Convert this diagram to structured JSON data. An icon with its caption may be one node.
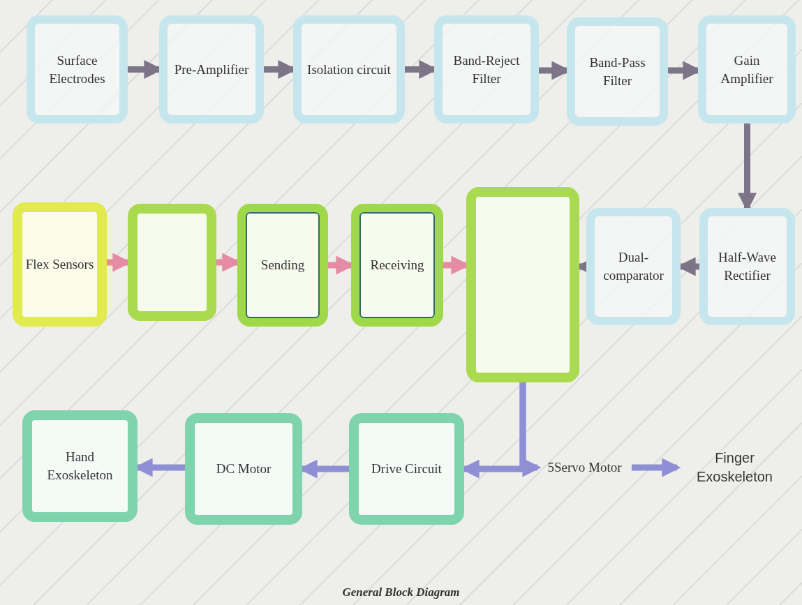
{
  "diagram": {
    "caption": "General Block Diagram",
    "nodes": [
      {
        "text": [
          "Surface Electrodes"
        ]
      },
      {
        "text": [
          "Pre-Amplifier"
        ]
      },
      {
        "text": [
          "Isolation circuit"
        ]
      },
      {
        "text": [
          "Band-Reject Filter"
        ]
      },
      {
        "text": [
          "Band-Pass Filter"
        ]
      },
      {
        "text": [
          "Gain Amplifier"
        ]
      },
      {
        "text": [
          "Flex Sensors"
        ]
      },
      {
        "text": [],
        "shape": "box"
      },
      {
        "text": [
          "Sending"
        ]
      },
      {
        "text": [
          "Receiving"
        ]
      },
      {
        "text": [],
        "shape": "box"
      },
      {
        "text": [
          "Dual-comparator"
        ]
      },
      {
        "text": [
          "Half-Wave Rectifier"
        ]
      },
      {
        "text": [
          "Hand Exoskeleton"
        ]
      },
      {
        "text": [
          "DC Motor"
        ]
      },
      {
        "text": [
          "Drive Circuit"
        ]
      },
      {
        "text": [
          "5Servo Motor"
        ]
      },
      {
        "text": [
          "Finger Exoskeleton"
        ]
      }
    ],
    "edges": [
      {
        "from": 0,
        "to": 1,
        "arrow": "to"
      },
      {
        "from": 1,
        "to": 2,
        "arrow": "to"
      },
      {
        "from": 2,
        "to": 3,
        "arrow": "to"
      },
      {
        "from": 3,
        "to": 4,
        "arrow": "to"
      },
      {
        "from": 4,
        "to": 5,
        "arrow": "to"
      },
      {
        "from": 5,
        "to": 12,
        "arrow": "to"
      },
      {
        "from": 12,
        "to": 11,
        "arrow": "to"
      },
      {
        "from": 11,
        "to": 10,
        "arrow": "to"
      },
      {
        "from": 6,
        "to": 7,
        "arrow": "to",
        "color": "#e58ba3"
      },
      {
        "from": 7,
        "to": 8,
        "arrow": "to",
        "color": "#e58ba3"
      },
      {
        "from": 8,
        "to": 9,
        "arrow": "to",
        "color": "#e58ba3"
      },
      {
        "from": 9,
        "to": 10,
        "arrow": "to",
        "color": "#e58ba3"
      },
      {
        "from": 10,
        "to": 15,
        "arrow": "to",
        "color": "#8f8fd6"
      },
      {
        "from": 10,
        "to": 16,
        "arrow": "to",
        "color": "#8f8fd6"
      },
      {
        "from": 15,
        "to": 14,
        "arrow": "to",
        "color": "#8f8fd6"
      },
      {
        "from": 14,
        "to": 13,
        "arrow": "to",
        "color": "#8f8fd6"
      },
      {
        "from": 16,
        "to": 17,
        "arrow": "to",
        "color": "#8f8fd6"
      }
    ]
  }
}
